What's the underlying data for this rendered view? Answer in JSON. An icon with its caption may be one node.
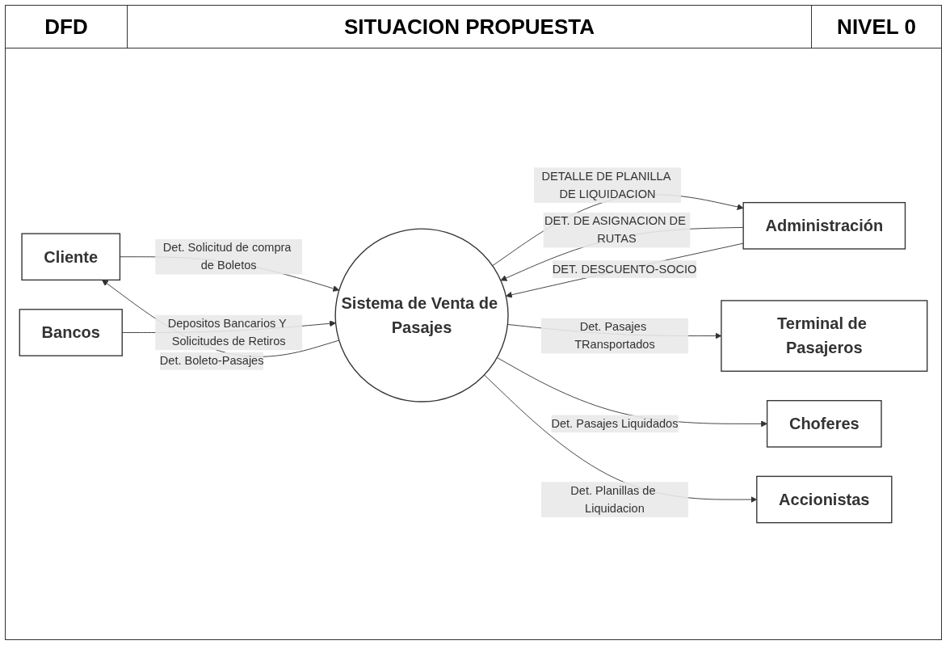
{
  "diagram": {
    "title": "SITUACION PROPUESTA",
    "nodes": [
      {
        "text": [
          "Cliente"
        ]
      },
      {
        "text": [
          "Administración"
        ]
      },
      {
        "text": [
          "Sistema de Venta de Pasajes"
        ]
      },
      {
        "text": [
          "Bancos"
        ]
      },
      {
        "text": [
          "Terminal de Pasajeros"
        ]
      },
      {
        "text": [
          "Choferes"
        ]
      },
      {
        "text": [
          "Accionistas"
        ]
      }
    ],
    "edges": [
      {
        "from": 2,
        "to": 1,
        "arrow": "to",
        "label": "DETALLE DE PLANILLA DE LIQUIDACION"
      },
      {
        "from": 1,
        "to": 2,
        "arrow": "to",
        "label": "DET. DE ASIGNACION DE RUTAS"
      },
      {
        "from": 0,
        "to": 2,
        "arrow": "to",
        "label": "Det. Solicitud de compra de Boletos"
      },
      {
        "from": 1,
        "to": 2,
        "arrow": "to",
        "label": "DET. DESCUENTO-SOCIO"
      },
      {
        "from": 2,
        "to": 0,
        "arrow": "to",
        "label": "Det. Boleto-Pasajes"
      },
      {
        "from": 3,
        "to": 2,
        "arrow": "to",
        "label": "Depositos Bancarios Y Solicitudes de Retiros"
      },
      {
        "from": 2,
        "to": 4,
        "arrow": "to",
        "label": "Det. Pasajes TRansportados"
      },
      {
        "from": 2,
        "to": 5,
        "arrow": "to",
        "label": "Det. Pasajes Liquidados"
      },
      {
        "from": 2,
        "to": 6,
        "arrow": "to",
        "label": "Det. Planillas de Liquidacion"
      }
    ],
    "labels": [
      "DFD",
      "NIVEL 0"
    ]
  }
}
